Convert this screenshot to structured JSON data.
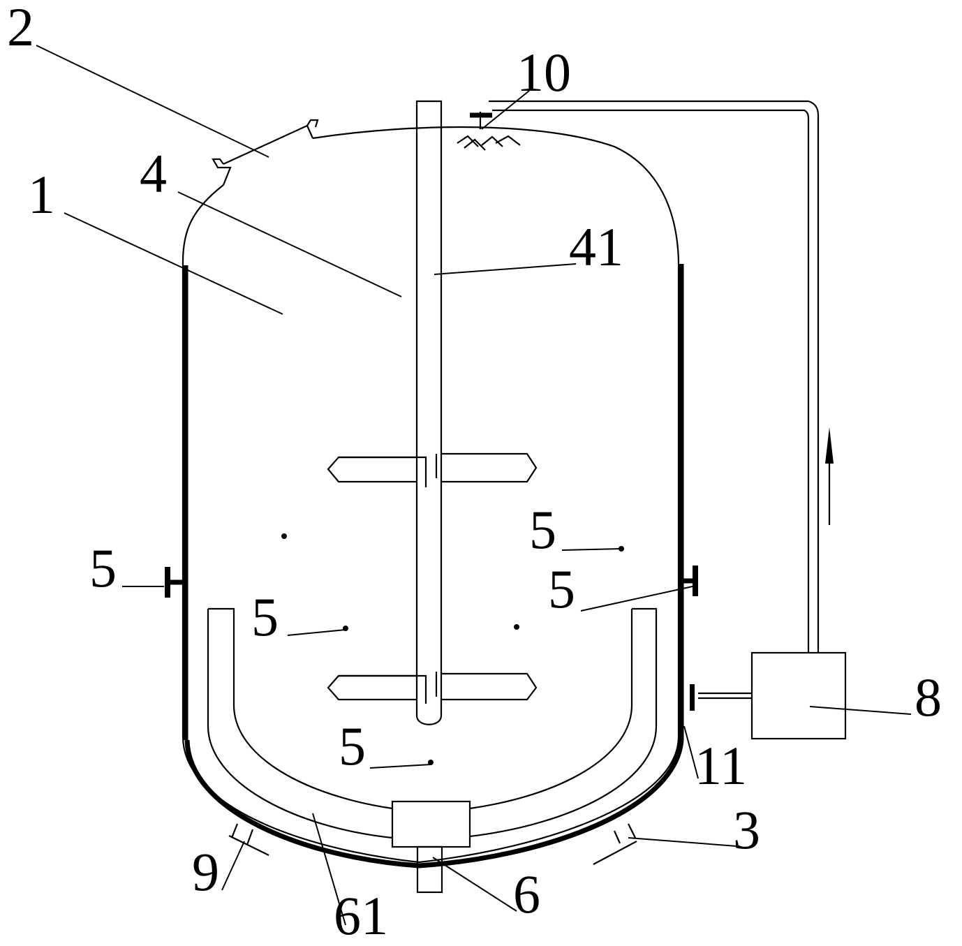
{
  "diagram": {
    "labels": {
      "l1": "1",
      "l2": "2",
      "l3": "3",
      "l4": "4",
      "l41": "41",
      "l5a": "5",
      "l5b": "5",
      "l5c": "5",
      "l5d": "5",
      "l5e": "5",
      "l6": "6",
      "l61": "61",
      "l8": "8",
      "l9": "9",
      "l10": "10",
      "l11": "11"
    },
    "colors": {
      "stroke": "#000000",
      "background": "#ffffff"
    }
  }
}
